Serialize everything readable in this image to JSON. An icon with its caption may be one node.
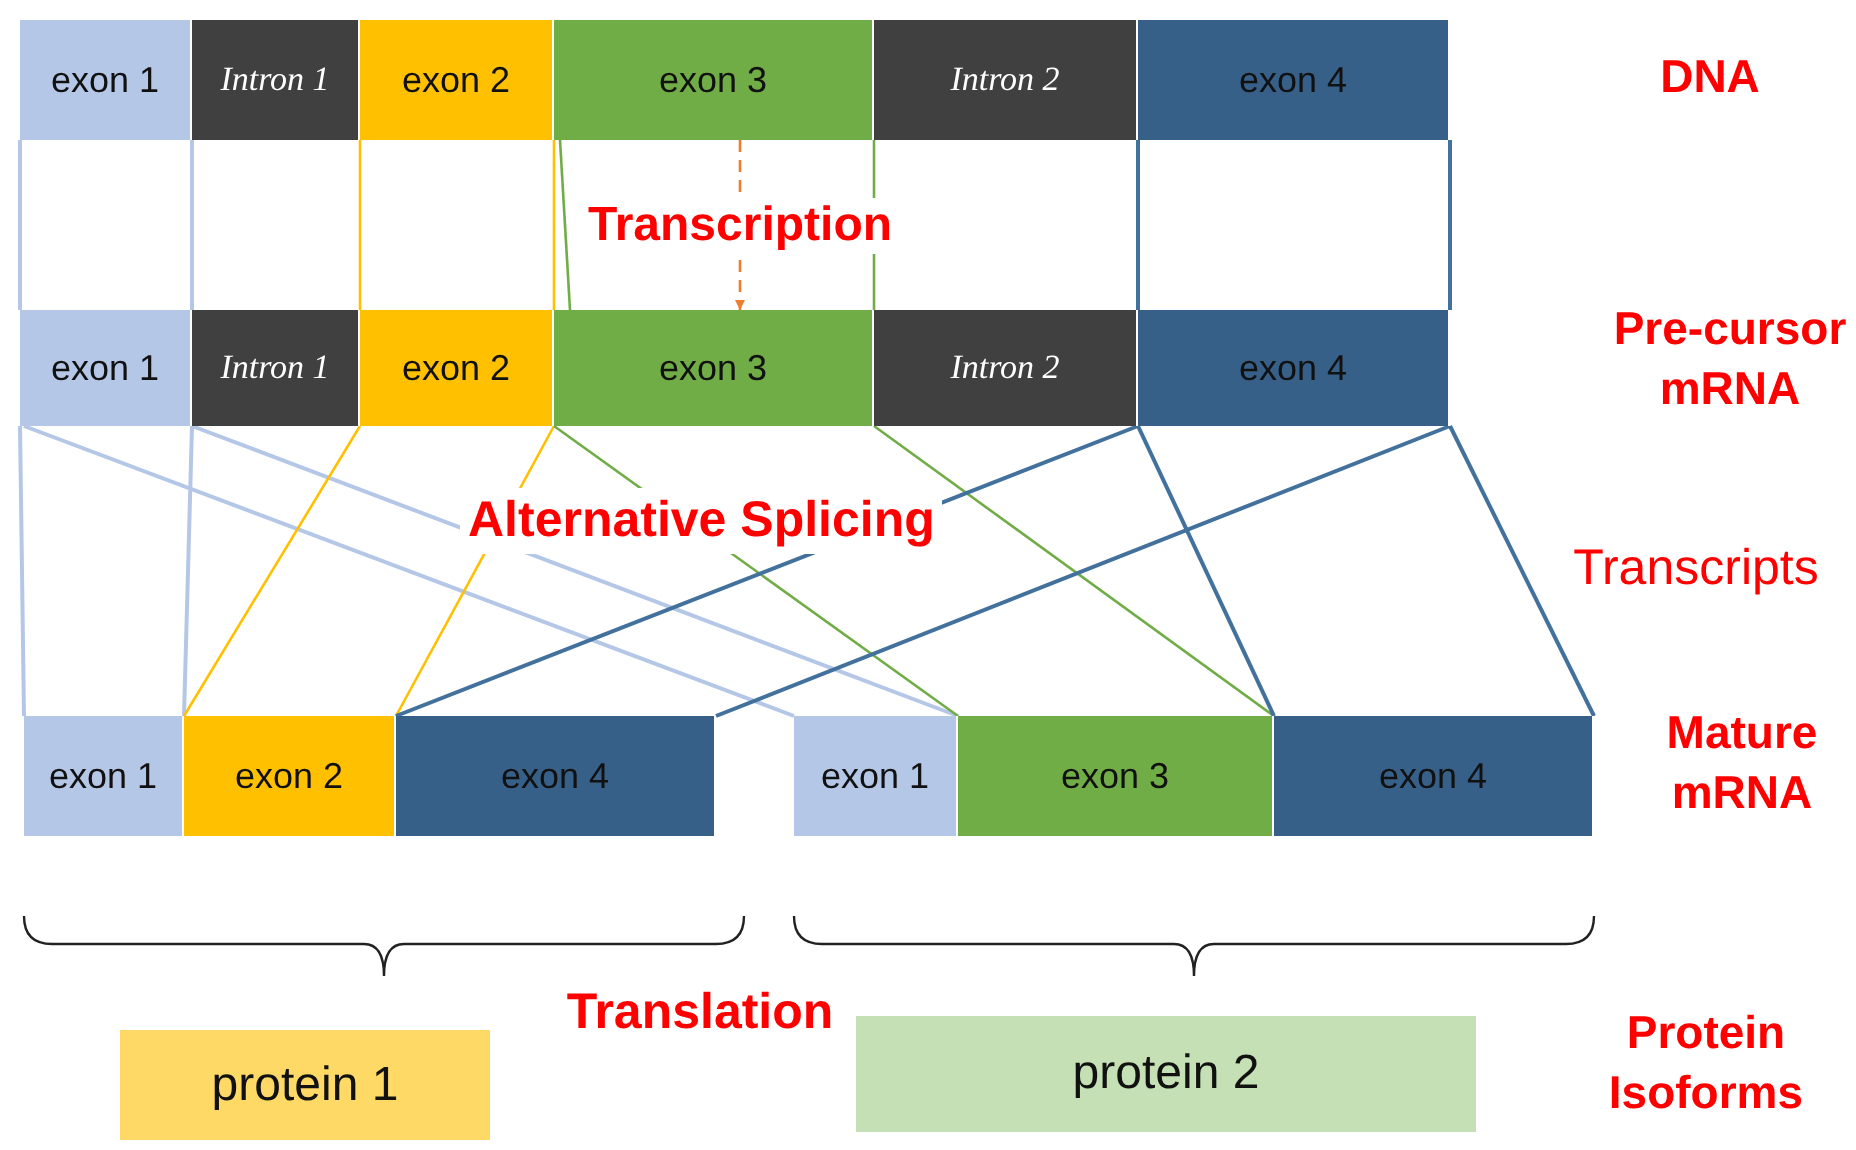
{
  "diagram": {
    "nodes": [
      {
        "text": [
          "exon 1"
        ]
      },
      {
        "text": [
          "Intron 1"
        ]
      },
      {
        "text": [
          "exon 2"
        ]
      },
      {
        "text": [
          "exon 3"
        ]
      },
      {
        "text": [
          "Intron 2"
        ]
      },
      {
        "text": [
          "exon 4"
        ]
      },
      {
        "text": [
          "exon 1"
        ]
      },
      {
        "text": [
          "Intron 1"
        ]
      },
      {
        "text": [
          "exon 2"
        ]
      },
      {
        "text": [
          "exon 3"
        ]
      },
      {
        "text": [
          "Intron 2"
        ]
      },
      {
        "text": [
          "exon 4"
        ]
      },
      {
        "text": [
          "exon 1"
        ]
      },
      {
        "text": [
          "exon 2"
        ]
      },
      {
        "text": [
          "exon 4"
        ]
      },
      {
        "text": [
          "exon 1"
        ]
      },
      {
        "text": [
          "exon 3"
        ]
      },
      {
        "text": [
          "exon 4"
        ]
      },
      {
        "text": [
          "protein 1"
        ]
      },
      {
        "text": [
          "protein 2"
        ]
      }
    ],
    "edges": [
      {
        "from": 0,
        "to": 6,
        "arrow": "none",
        "color": "#b4c7e7"
      },
      {
        "from": 0,
        "to": 6,
        "arrow": "none",
        "color": "#b4c7e7"
      },
      {
        "from": 2,
        "to": 8,
        "arrow": "none",
        "color": "#ffc000"
      },
      {
        "from": 2,
        "to": 8,
        "arrow": "none",
        "color": "#ffc000"
      },
      {
        "from": 3,
        "to": 9,
        "arrow": "none",
        "color": "#70ad47"
      },
      {
        "from": 3,
        "to": 9,
        "arrow": "none",
        "color": "#70ad47"
      },
      {
        "from": 5,
        "to": 11,
        "arrow": "none",
        "color": "#41719c"
      },
      {
        "from": 5,
        "to": 11,
        "arrow": "none",
        "color": "#41719c"
      },
      {
        "from": 3,
        "to": 9,
        "arrow": "to",
        "label": "Transcription",
        "style": "dashed",
        "color": "#ed7d31"
      },
      {
        "from": 6,
        "to": 12,
        "arrow": "none",
        "color": "#b4c7e7"
      },
      {
        "from": 6,
        "to": 12,
        "arrow": "none",
        "color": "#b4c7e7"
      },
      {
        "from": 6,
        "to": 15,
        "arrow": "none",
        "color": "#b4c7e7"
      },
      {
        "from": 6,
        "to": 15,
        "arrow": "none",
        "color": "#b4c7e7"
      },
      {
        "from": 8,
        "to": 13,
        "arrow": "none",
        "color": "#ffc000"
      },
      {
        "from": 8,
        "to": 13,
        "arrow": "none",
        "color": "#ffc000"
      },
      {
        "from": 9,
        "to": 16,
        "arrow": "none",
        "color": "#70ad47"
      },
      {
        "from": 9,
        "to": 16,
        "arrow": "none",
        "color": "#70ad47"
      },
      {
        "from": 11,
        "to": 14,
        "arrow": "none",
        "color": "#41719c"
      },
      {
        "from": 11,
        "to": 14,
        "arrow": "none",
        "color": "#41719c"
      },
      {
        "from": 11,
        "to": 17,
        "arrow": "none",
        "color": "#41719c"
      },
      {
        "from": 11,
        "to": 17,
        "arrow": "none",
        "color": "#41719c"
      }
    ],
    "labels": [
      "DNA",
      "Pre-cursor mRNA",
      "Alternative Splicing",
      "Transcripts",
      "Mature mRNA",
      "Translation",
      "Protein Isoforms"
    ]
  }
}
